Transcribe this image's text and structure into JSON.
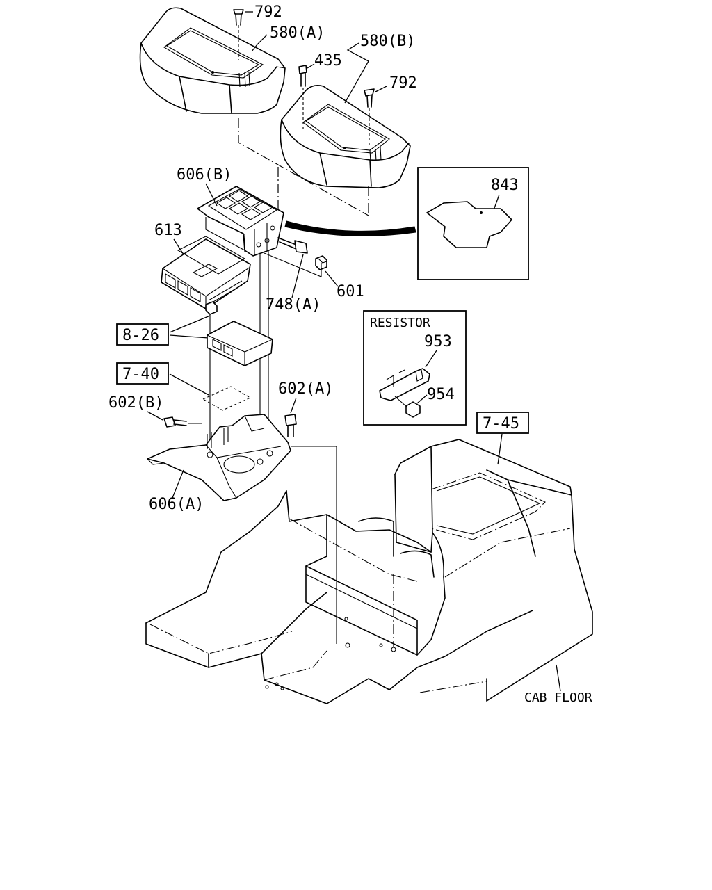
{
  "labels": {
    "p792a": "792",
    "p580a": "580(A)",
    "p580b": "580(B)",
    "p435": "435",
    "p792b": "792",
    "p606b": "606(B)",
    "p843": "843",
    "p613": "613",
    "p601": "601",
    "p748a": "748(A)",
    "ref826": "8-26",
    "ref740": "7-40",
    "p602b": "602(B)",
    "p602a": "602(A)",
    "p606a": "606(A)",
    "resistor": "RESISTOR",
    "p953": "953",
    "p954": "954",
    "ref745": "7-45",
    "cabfloor": "CAB FLOOR"
  }
}
